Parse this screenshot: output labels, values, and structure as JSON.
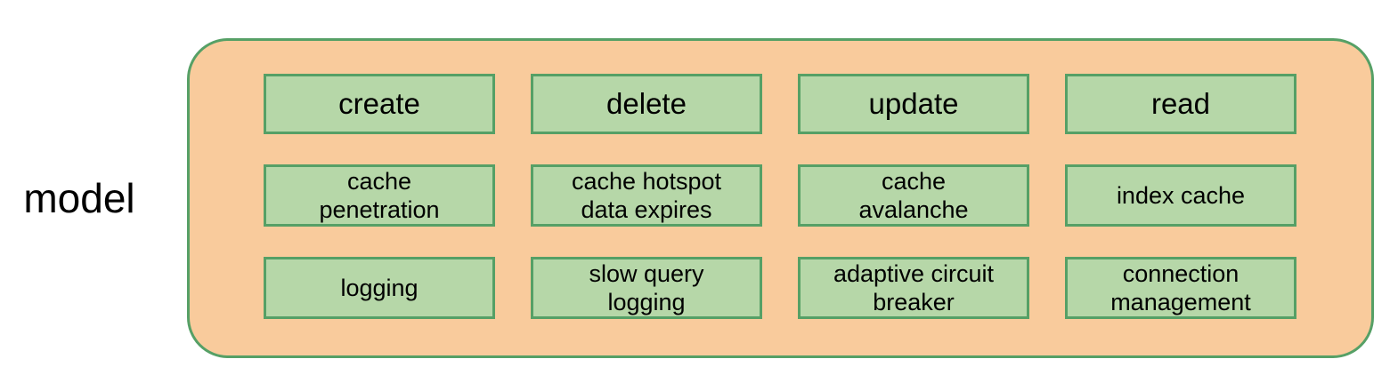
{
  "diagram_label": "model",
  "colors": {
    "container_fill": "#f9cb9c",
    "box_fill": "#b6d7a8",
    "border_green": "#56a066",
    "text": "#000000",
    "page_background": "#ffffff"
  },
  "grid": {
    "operations": [
      "create",
      "delete",
      "update",
      "read"
    ],
    "row2": [
      "cache\npenetration",
      "cache hotspot\ndata expires",
      "cache\navalanche",
      "index cache"
    ],
    "row3": [
      "logging",
      "slow query\nlogging",
      "adaptive circuit\nbreaker",
      "connection\nmanagement"
    ]
  }
}
